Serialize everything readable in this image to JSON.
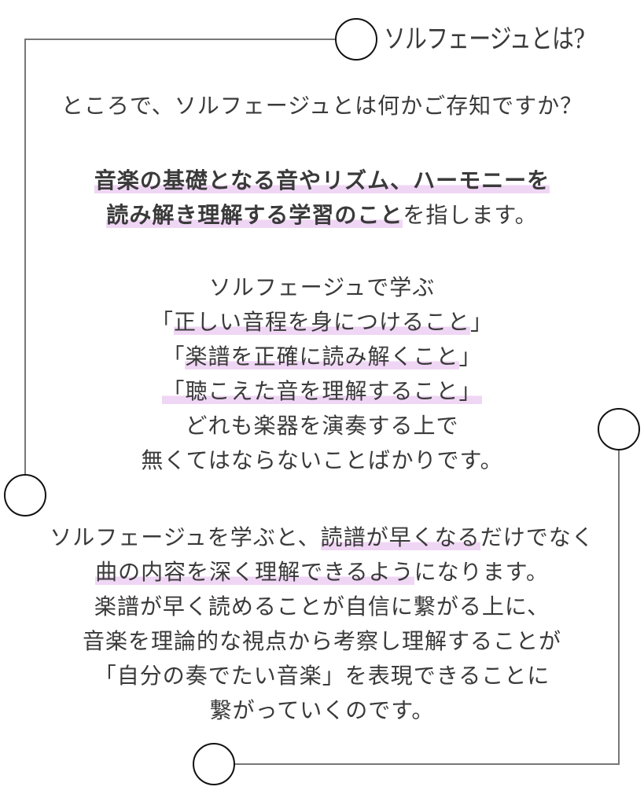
{
  "title": "ソルフェージュとは?",
  "intro": "ところで、ソルフェージュとは何かご存知ですか？",
  "definition": {
    "line1_highlight": "音楽の基礎となる音やリズム、ハーモニーを",
    "line2_highlight": "読み解き理解する学習のこと",
    "line2_rest": "を指します。"
  },
  "learn": {
    "heading": "ソルフェージュで学ぶ",
    "items": [
      {
        "open": "「",
        "text": "正しい音程を身につけること",
        "close": "」"
      },
      {
        "open": "「",
        "text": "楽譜を正確に読み解くこと",
        "close": "」"
      },
      {
        "open": "「",
        "text": "聴こえた音を理解すること",
        "close": "」"
      }
    ],
    "line_a": "どれも楽器を演奏する上で",
    "line_b": "無くてはならないことばかりです。"
  },
  "benefits": {
    "l1_pre": "ソルフェージュを学ぶと、",
    "l1_hl": "読譜が早くなる",
    "l1_post": "だけでなく",
    "l2_hl": "曲の内容を深く理解できるよう",
    "l2_post": "になります。",
    "l3": "楽譜が早く読めることが自信に繋がる上に、",
    "l4": "音楽を理論的な視点から考察し理解することが",
    "l5": "「自分の奏でたい音楽」を表現できることに",
    "l6": "繋がっていくのです。"
  },
  "colors": {
    "highlight": "#f0d6f5",
    "text": "#3a3a3a",
    "line": "#777777"
  }
}
